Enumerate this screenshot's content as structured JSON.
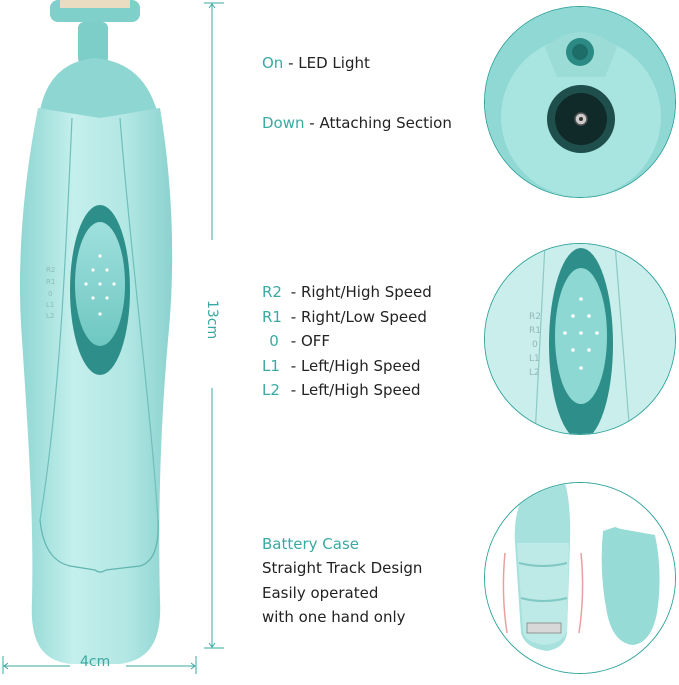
{
  "colors": {
    "accent": "#3aa9a2",
    "device_body": "#a7e3e0",
    "device_dark": "#2e8f8a",
    "text": "#222222"
  },
  "dimensions": {
    "height_label": "13cm",
    "width_label": "4cm"
  },
  "annotations": {
    "top": [
      {
        "key": "On",
        "sep": " - ",
        "value": "LED Light"
      },
      {
        "key": "Down",
        "sep": " - ",
        "value": "Attaching Section"
      }
    ],
    "switch": [
      {
        "key": "R2",
        "sep": " - ",
        "value": "Right/High Speed"
      },
      {
        "key": "R1",
        "sep": " - ",
        "value": "Right/Low Speed"
      },
      {
        "key": "0",
        "sep": " - ",
        "value": "OFF"
      },
      {
        "key": "L1",
        "sep": " - ",
        "value": "Left/High Speed"
      },
      {
        "key": "L2",
        "sep": " - ",
        "value": "Left/High Speed"
      }
    ],
    "battery": {
      "title": "Battery Case",
      "lines": [
        "Straight Track Design",
        "Easily operated",
        "with one hand only"
      ]
    }
  },
  "device_switch_marks": [
    "R2",
    "R1",
    "0",
    "L1",
    "L2"
  ]
}
